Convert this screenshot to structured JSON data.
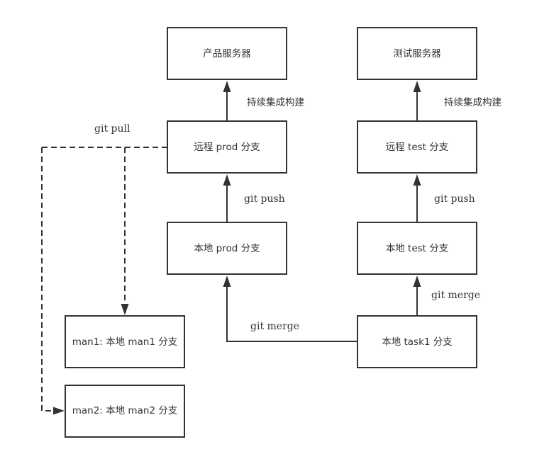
{
  "nodes": {
    "prod_server": "产品服务器",
    "test_server": "测试服务器",
    "remote_prod": "远程 prod 分支",
    "remote_test": "远程 test 分支",
    "local_prod": "本地 prod 分支",
    "local_test": "本地 test 分支",
    "man1": "man1: 本地 man1 分支",
    "man2": "man2: 本地 man2 分支",
    "task1": "本地 task1 分支"
  },
  "edges": {
    "ci_prod": "持续集成构建",
    "ci_test": "持续集成构建",
    "git_pull": "git pull",
    "push_prod": "git push",
    "push_test": "git push",
    "merge_test": "git merge",
    "merge_prod": "git merge"
  },
  "colors": {
    "stroke": "#333333",
    "text": "#333333",
    "background": "#ffffff"
  }
}
